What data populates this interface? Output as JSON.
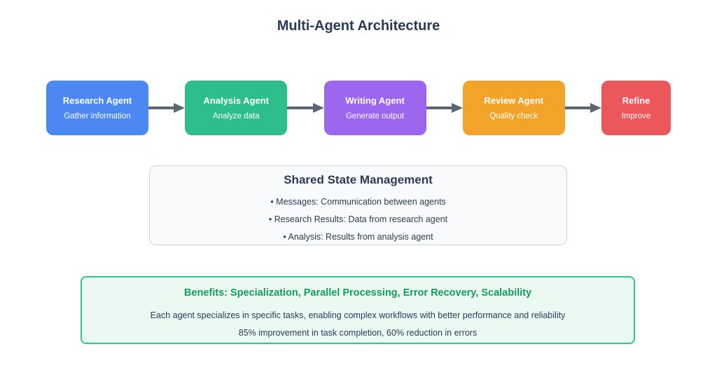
{
  "title": "Multi-Agent Architecture",
  "agents": [
    {
      "name": "Research Agent",
      "desc": "Gather information",
      "color": "#4c88f2"
    },
    {
      "name": "Analysis Agent",
      "desc": "Analyze data",
      "color": "#2dbe8c"
    },
    {
      "name": "Writing Agent",
      "desc": "Generate output",
      "color": "#9c66ee"
    },
    {
      "name": "Review Agent",
      "desc": "Quality check",
      "color": "#f2a42a"
    },
    {
      "name": "Refine",
      "desc": "Improve",
      "color": "#ec575c"
    }
  ],
  "shared_state": {
    "title": "Shared State Management",
    "items": [
      "• Messages: Communication between agents",
      "• Research Results: Data from research agent",
      "• Analysis: Results from analysis agent"
    ]
  },
  "benefits": {
    "title": "Benefits: Specialization, Parallel Processing, Error Recovery, Scalability",
    "line1": "Each agent specializes in specific tasks, enabling complex workflows with better performance and reliability",
    "line2": "85% improvement in task completion, 60% reduction in errors"
  },
  "colors": {
    "arrow": "#5c6672",
    "title_text": "#2b3a55",
    "shared_bg": "#f8fafc",
    "shared_border": "#ccd3dc",
    "benefits_bg": "#eaf9f2",
    "benefits_border": "#2ec98a",
    "benefits_title_text": "#129c64"
  }
}
